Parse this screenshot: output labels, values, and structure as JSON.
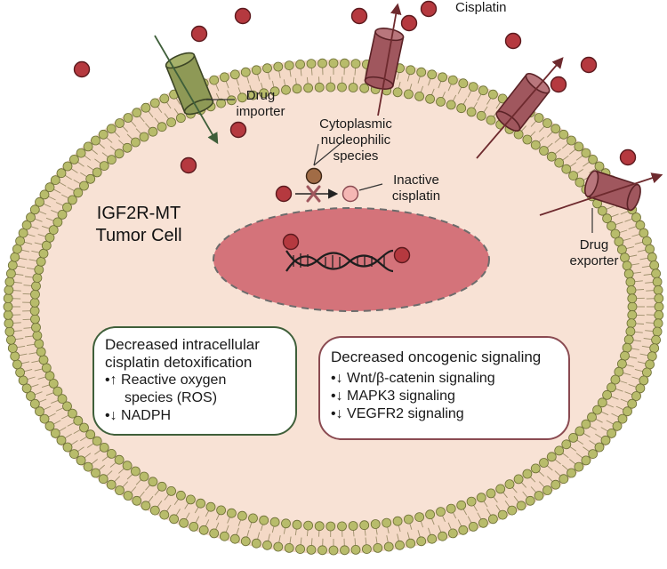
{
  "colors": {
    "membrane_head": "#b8bc6b",
    "cytoplasm": "#f8e2d5",
    "nucleus": "#d4737a",
    "cisplatin": "#b5393f",
    "importer": "#8e9956",
    "exporter": "#a0575e",
    "nucleophile": "#a16c46",
    "inactive_cisplatin": "#f5b7b4",
    "blocked_x": "#a0575e",
    "box_green": "#3f5f3a",
    "box_maroon": "#8a4a51"
  },
  "labels": {
    "cisplatin": "Cisplatin",
    "drug_importer": [
      "Drug",
      "importer"
    ],
    "cytoplasmic_species": [
      "Cytoplasmic",
      "nucleophilic",
      "species"
    ],
    "inactive_cisplatin": [
      "Inactive",
      "cisplatin"
    ],
    "cell_title": [
      "IGF2R-MT",
      "Tumor Cell"
    ],
    "drug_exporter": [
      "Drug",
      "exporter"
    ]
  },
  "box_detox": {
    "title": [
      "Decreased intracellular",
      "cisplatin detoxification"
    ],
    "items": [
      [
        "•↑ Reactive oxygen",
        "species (ROS)"
      ],
      [
        "•↓ NADPH"
      ]
    ]
  },
  "box_signaling": {
    "title": "Decreased oncogenic signaling",
    "items": [
      "•↓ Wnt/β-catenin signaling",
      "•↓ MAPK3 signaling",
      "•↓ VEGFR2 signaling"
    ]
  }
}
